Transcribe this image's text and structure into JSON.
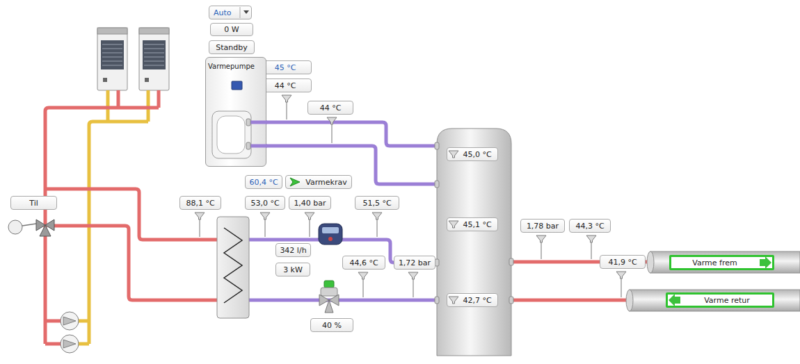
{
  "diagram": {
    "nodes": [
      {
        "text": [
          "Auto"
        ]
      },
      {
        "text": [
          "0 W"
        ]
      },
      {
        "text": [
          "Standby"
        ]
      },
      {
        "text": [
          "45 °C"
        ]
      },
      {
        "text": [
          "44 °C"
        ]
      },
      {
        "text": [
          "Varmepumpe"
        ]
      },
      {
        "text": [
          "44 °C"
        ]
      },
      {
        "text": [
          "45,0 °C"
        ]
      },
      {
        "text": [
          "60,4 °C"
        ]
      },
      {
        "text": [
          "Varmekrav"
        ]
      },
      {
        "text": [
          "Til"
        ]
      },
      {
        "text": [
          "88,1 °C"
        ]
      },
      {
        "text": [
          "53,0 °C"
        ]
      },
      {
        "text": [
          "1,40 bar"
        ]
      },
      {
        "text": [
          "51,5 °C"
        ]
      },
      {
        "text": [
          "45,1 °C"
        ]
      },
      {
        "text": [
          "1,78 bar"
        ]
      },
      {
        "text": [
          "44,3 °C"
        ]
      },
      {
        "text": [
          "342 l/h"
        ]
      },
      {
        "text": [
          "3 kW"
        ]
      },
      {
        "text": [
          "44,6 °C"
        ]
      },
      {
        "text": [
          "1,72 bar"
        ]
      },
      {
        "text": [
          "41,9 °C"
        ]
      },
      {
        "text": [
          "Varme frem"
        ]
      },
      {
        "text": [
          "42,7 °C"
        ]
      },
      {
        "text": [
          "Varme retur"
        ]
      },
      {
        "text": [
          "40 %"
        ]
      }
    ]
  }
}
